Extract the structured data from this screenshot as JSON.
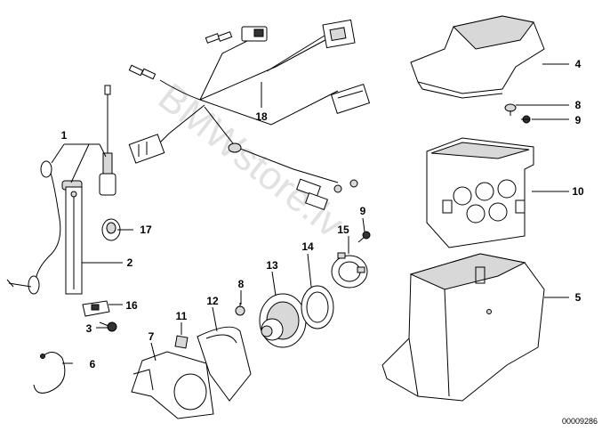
{
  "diagram": {
    "watermark": "BMWstore.lv",
    "reference_number": "00009286",
    "callouts": [
      {
        "id": "c1",
        "label": "1"
      },
      {
        "id": "c2",
        "label": "2"
      },
      {
        "id": "c3",
        "label": "3"
      },
      {
        "id": "c4",
        "label": "4"
      },
      {
        "id": "c5",
        "label": "5"
      },
      {
        "id": "c6",
        "label": "6"
      },
      {
        "id": "c7",
        "label": "7"
      },
      {
        "id": "c8a",
        "label": "8"
      },
      {
        "id": "c8b",
        "label": "8"
      },
      {
        "id": "c9a",
        "label": "9"
      },
      {
        "id": "c9b",
        "label": "9"
      },
      {
        "id": "c10",
        "label": "10"
      },
      {
        "id": "c11",
        "label": "11"
      },
      {
        "id": "c12",
        "label": "12"
      },
      {
        "id": "c13",
        "label": "13"
      },
      {
        "id": "c14",
        "label": "14"
      },
      {
        "id": "c15",
        "label": "15"
      },
      {
        "id": "c16",
        "label": "16"
      },
      {
        "id": "c17",
        "label": "17"
      },
      {
        "id": "c18",
        "label": "18"
      }
    ]
  }
}
